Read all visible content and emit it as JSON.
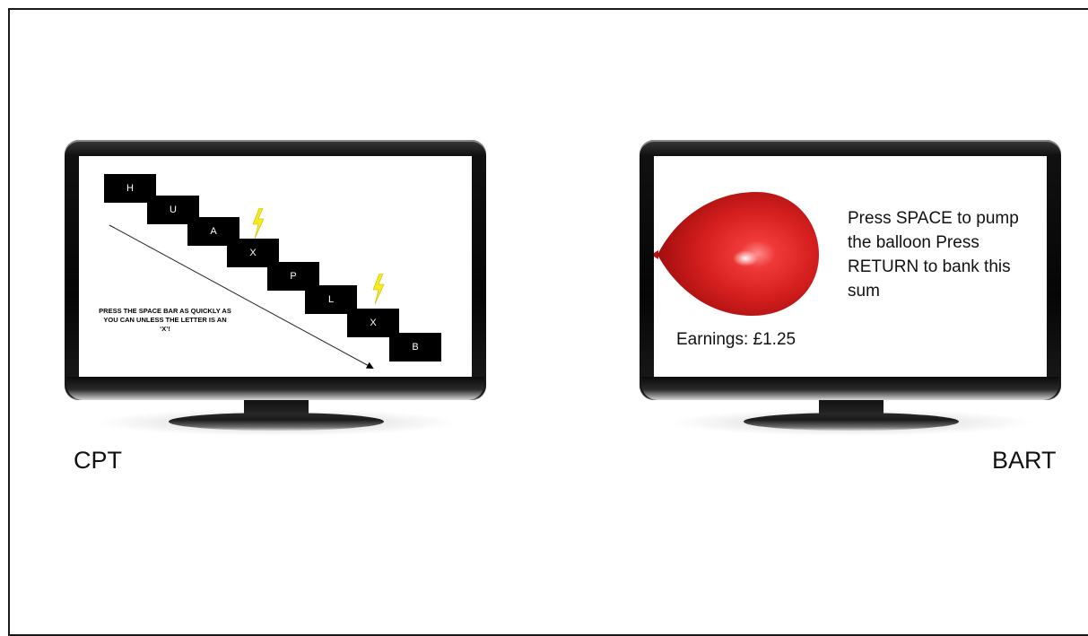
{
  "cpt": {
    "caption": "CPT",
    "letters": [
      "H",
      "U",
      "A",
      "X",
      "P",
      "L",
      "X",
      "B"
    ],
    "instruction": "PRESS THE SPACE BAR AS QUICKLY AS YOU CAN UNLESS THE LETTER IS AN ‘X’!",
    "bolt_icon": "lightning-bolt-icon",
    "bolt_color": "#f5ec1a"
  },
  "bart": {
    "caption": "BART",
    "instructions": "Press SPACE to pump the balloon Press RETURN to bank this sum",
    "earnings": "Earnings: £1.25",
    "balloon_icon": "balloon-icon",
    "balloon_color": "#d42020"
  }
}
